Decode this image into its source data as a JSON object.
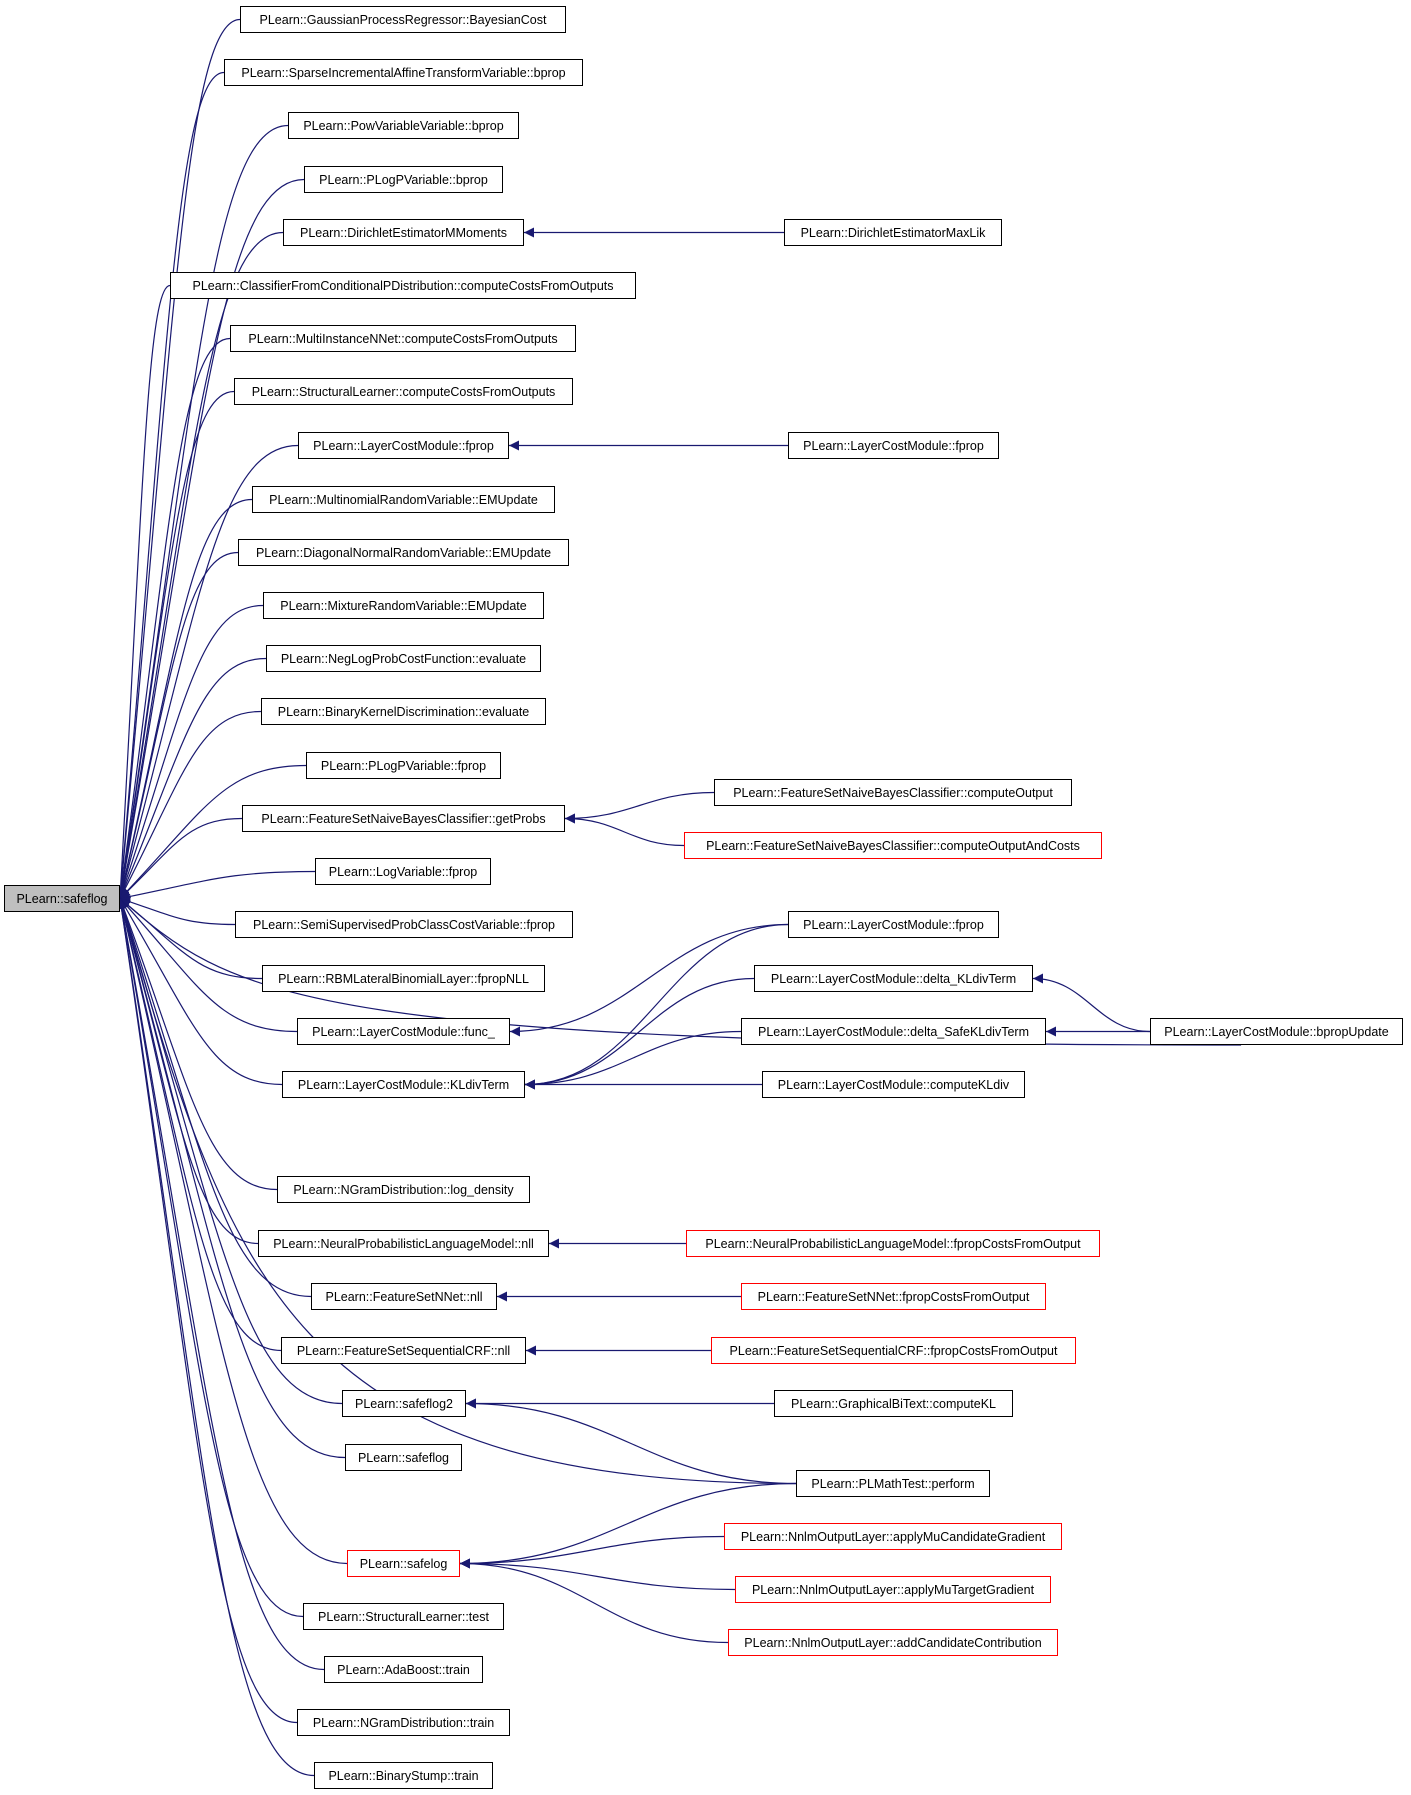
{
  "colors": {
    "edge": "#191970",
    "border": "#000000",
    "border_truncated": "#ff0000",
    "focus_fill": "#bfbfbf"
  },
  "nodes": {
    "n0": {
      "label": "PLearn::safeflog",
      "style": "focus"
    },
    "n1": {
      "label": "PLearn::GaussianProcessRegressor::BayesianCost"
    },
    "n2": {
      "label": "PLearn::SparseIncrementalAffineTransformVariable::bprop"
    },
    "n3": {
      "label": "PLearn::PowVariableVariable::bprop"
    },
    "n4": {
      "label": "PLearn::PLogPVariable::bprop"
    },
    "n5": {
      "label": "PLearn::DirichletEstimatorMMoments"
    },
    "n6": {
      "label": "PLearn::ClassifierFromConditionalPDistribution::computeCostsFromOutputs"
    },
    "n7": {
      "label": "PLearn::MultiInstanceNNet::computeCostsFromOutputs"
    },
    "n8": {
      "label": "PLearn::StructuralLearner::computeCostsFromOutputs"
    },
    "n9": {
      "label": "PLearn::LayerCostModule::fprop"
    },
    "n10": {
      "label": "PLearn::MultinomialRandomVariable::EMUpdate"
    },
    "n11": {
      "label": "PLearn::DiagonalNormalRandomVariable::EMUpdate"
    },
    "n12": {
      "label": "PLearn::MixtureRandomVariable::EMUpdate"
    },
    "n13": {
      "label": "PLearn::NegLogProbCostFunction::evaluate"
    },
    "n14": {
      "label": "PLearn::BinaryKernelDiscrimination::evaluate"
    },
    "n15": {
      "label": "PLearn::PLogPVariable::fprop"
    },
    "n16": {
      "label": "PLearn::FeatureSetNaiveBayesClassifier::getProbs"
    },
    "n17": {
      "label": "PLearn::LogVariable::fprop"
    },
    "n18": {
      "label": "PLearn::SemiSupervisedProbClassCostVariable::fprop"
    },
    "n19": {
      "label": "PLearn::RBMLateralBinomialLayer::fpropNLL"
    },
    "n20": {
      "label": "PLearn::LayerCostModule::func_"
    },
    "n21": {
      "label": "PLearn::LayerCostModule::KLdivTerm"
    },
    "n22": {
      "label": "PLearn::NGramDistribution::log_density"
    },
    "n23": {
      "label": "PLearn::NeuralProbabilisticLanguageModel::nll"
    },
    "n24": {
      "label": "PLearn::FeatureSetNNet::nll"
    },
    "n25": {
      "label": "PLearn::FeatureSetSequentialCRF::nll"
    },
    "n26": {
      "label": "PLearn::safeflog2"
    },
    "n27": {
      "label": "PLearn::safeflog"
    },
    "n28": {
      "label": "PLearn::safelog",
      "style": "red"
    },
    "n29": {
      "label": "PLearn::StructuralLearner::test"
    },
    "n30": {
      "label": "PLearn::AdaBoost::train"
    },
    "n31": {
      "label": "PLearn::NGramDistribution::train"
    },
    "n32": {
      "label": "PLearn::BinaryStump::train"
    },
    "n33": {
      "label": "PLearn::DirichletEstimatorMaxLik"
    },
    "n34": {
      "label": "PLearn::LayerCostModule::fprop"
    },
    "n35": {
      "label": "PLearn::FeatureSetNaiveBayesClassifier::computeOutput"
    },
    "n36": {
      "label": "PLearn::FeatureSetNaiveBayesClassifier::computeOutputAndCosts",
      "style": "red"
    },
    "n37": {
      "label": "PLearn::LayerCostModule::fprop"
    },
    "n38": {
      "label": "PLearn::LayerCostModule::delta_KLdivTerm"
    },
    "n39": {
      "label": "PLearn::LayerCostModule::delta_SafeKLdivTerm"
    },
    "n40": {
      "label": "PLearn::LayerCostModule::computeKLdiv"
    },
    "n41": {
      "label": "PLearn::LayerCostModule::bpropUpdate"
    },
    "n42": {
      "label": "PLearn::NeuralProbabilisticLanguageModel::fpropCostsFromOutput",
      "style": "red"
    },
    "n43": {
      "label": "PLearn::FeatureSetNNet::fpropCostsFromOutput",
      "style": "red"
    },
    "n44": {
      "label": "PLearn::FeatureSetSequentialCRF::fpropCostsFromOutput",
      "style": "red"
    },
    "n45": {
      "label": "PLearn::GraphicalBiText::computeKL"
    },
    "n46": {
      "label": "PLearn::PLMathTest::perform"
    },
    "n47": {
      "label": "PLearn::NnlmOutputLayer::applyMuCandidateGradient",
      "style": "red"
    },
    "n48": {
      "label": "PLearn::NnlmOutputLayer::applyMuTargetGradient",
      "style": "red"
    },
    "n49": {
      "label": "PLearn::NnlmOutputLayer::addCandidateContribution",
      "style": "red"
    }
  },
  "edges": [
    [
      "n1",
      "n0"
    ],
    [
      "n2",
      "n0"
    ],
    [
      "n3",
      "n0"
    ],
    [
      "n4",
      "n0"
    ],
    [
      "n5",
      "n0"
    ],
    [
      "n6",
      "n0"
    ],
    [
      "n7",
      "n0"
    ],
    [
      "n8",
      "n0"
    ],
    [
      "n9",
      "n0"
    ],
    [
      "n10",
      "n0"
    ],
    [
      "n11",
      "n0"
    ],
    [
      "n12",
      "n0"
    ],
    [
      "n13",
      "n0"
    ],
    [
      "n14",
      "n0"
    ],
    [
      "n15",
      "n0"
    ],
    [
      "n16",
      "n0"
    ],
    [
      "n17",
      "n0"
    ],
    [
      "n18",
      "n0"
    ],
    [
      "n19",
      "n0"
    ],
    [
      "n20",
      "n0"
    ],
    [
      "n21",
      "n0"
    ],
    [
      "n41",
      "n0"
    ],
    [
      "n22",
      "n0"
    ],
    [
      "n23",
      "n0"
    ],
    [
      "n24",
      "n0"
    ],
    [
      "n25",
      "n0"
    ],
    [
      "n26",
      "n0"
    ],
    [
      "n27",
      "n0"
    ],
    [
      "n46",
      "n0"
    ],
    [
      "n28",
      "n0"
    ],
    [
      "n29",
      "n0"
    ],
    [
      "n30",
      "n0"
    ],
    [
      "n31",
      "n0"
    ],
    [
      "n32",
      "n0"
    ],
    [
      "n33",
      "n5"
    ],
    [
      "n34",
      "n9"
    ],
    [
      "n35",
      "n16"
    ],
    [
      "n36",
      "n16"
    ],
    [
      "n37",
      "n20"
    ],
    [
      "n37",
      "n21"
    ],
    [
      "n38",
      "n21"
    ],
    [
      "n39",
      "n21"
    ],
    [
      "n40",
      "n21"
    ],
    [
      "n41",
      "n38"
    ],
    [
      "n41",
      "n39"
    ],
    [
      "n42",
      "n23"
    ],
    [
      "n43",
      "n24"
    ],
    [
      "n44",
      "n25"
    ],
    [
      "n45",
      "n26"
    ],
    [
      "n46",
      "n26"
    ],
    [
      "n46",
      "n28"
    ],
    [
      "n47",
      "n28"
    ],
    [
      "n48",
      "n28"
    ],
    [
      "n49",
      "n28"
    ]
  ]
}
